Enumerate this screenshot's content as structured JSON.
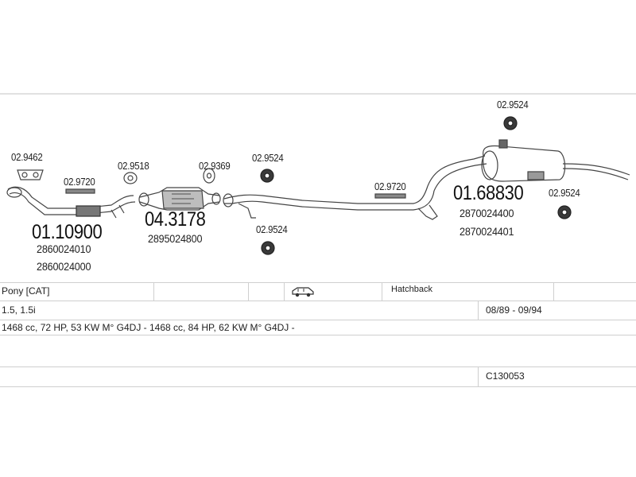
{
  "parts": {
    "flange_left_code": "02.9462",
    "gasket_left_code": "02.9720",
    "front_pipe_code": "01.10900",
    "front_pipe_oem_1": "2860024010",
    "front_pipe_oem_2": "2860024000",
    "gasket_cat_code": "02.9518",
    "catalyst_code": "04.3178",
    "catalyst_oem": "2895024800",
    "gasket_after_cat_code": "02.9369",
    "rubber_mount_1_code": "02.9524",
    "rubber_mount_2_code": "02.9524",
    "gasket_mid_code": "02.9720",
    "rear_silencer_code": "01.68830",
    "rear_silencer_oem_1": "2870024400",
    "rear_silencer_oem_2": "2870024401",
    "rubber_mount_3_code": "02.9524",
    "rubber_mount_4_code": "02.9524"
  },
  "vehicle": {
    "model": "Pony  [CAT]",
    "body_type": "Hatchback",
    "engine": "1.5, 1.5i",
    "years": "08/89 - 09/94",
    "specs": "1468 cc, 72 HP, 53 KW M° G4DJ - 1468 cc, 84 HP, 62 KW M° G4DJ -",
    "catalog_number": "C130053"
  },
  "icons": [
    "car-hatchback-icon",
    "rubber-mount-icon",
    "gasket-icon",
    "flange-icon"
  ]
}
